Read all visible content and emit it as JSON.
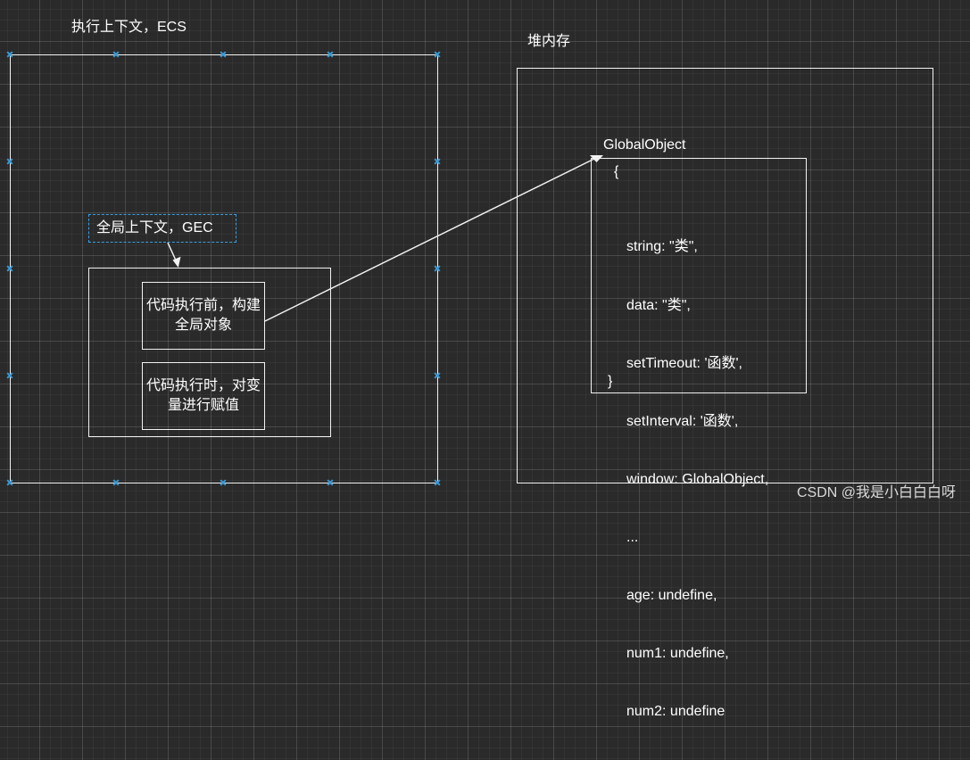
{
  "ecs": {
    "title": "执行上下文，ECS"
  },
  "gec": {
    "label": "全局上下文，GEC",
    "before_step": "代码执行前，构建全局对象",
    "during_step": "代码执行时，对变量进行赋值"
  },
  "heap": {
    "title": "堆内存",
    "object_name": "GlobalObject",
    "open_brace": "{",
    "close_brace": "}",
    "entries": [
      "string: \"类\",",
      "data: \"类\",",
      "setTimeout: '函数',",
      "setInterval: '函数',",
      "window: GlobalObject,",
      "...",
      "age: undefine,",
      "num1: undefine,",
      "num2: undefine"
    ]
  },
  "watermark": "CSDN @我是小白白白呀",
  "colors": {
    "canvas": "#2a2a2a",
    "stroke": "#f2f2f2",
    "selection": "#3b9ad6",
    "text": "#ffffff"
  }
}
